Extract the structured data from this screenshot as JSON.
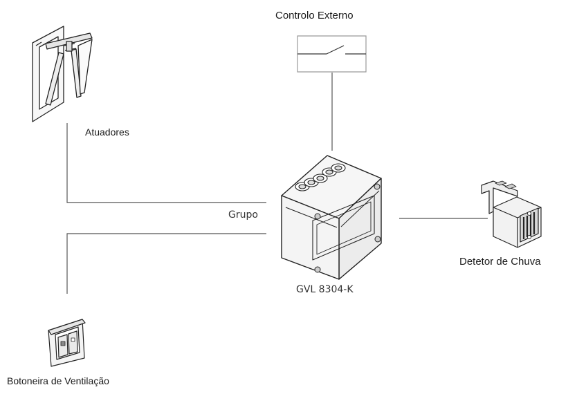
{
  "labels": {
    "external_control": "Controlo Externo",
    "actuators": "Atuadores",
    "group": "Grupo",
    "controller": "GVL 8304-K",
    "rain_detector": "Detetor de Chuva",
    "vent_button": "Botoneira de Ventilação"
  },
  "colors": {
    "line": "#555555",
    "device_stroke": "#222222",
    "device_fill": "#f4f4f4"
  },
  "icons": {
    "actuators": "window-actuator-icon",
    "external_control": "switch-icon",
    "controller": "control-box-icon",
    "rain_detector": "rain-sensor-icon",
    "vent_button": "wall-switch-icon"
  }
}
